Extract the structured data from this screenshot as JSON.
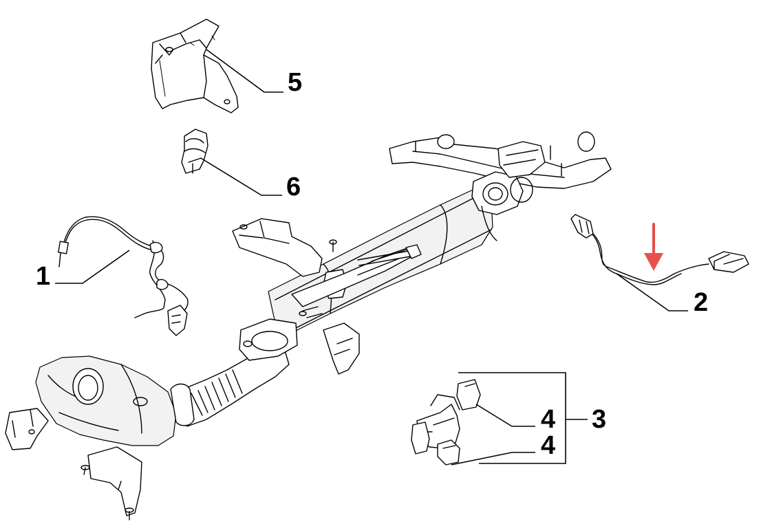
{
  "callouts": [
    {
      "id": "1",
      "label": "1"
    },
    {
      "id": "2",
      "label": "2"
    },
    {
      "id": "3",
      "label": "3"
    },
    {
      "id": "4a",
      "label": "4"
    },
    {
      "id": "4b",
      "label": "4"
    },
    {
      "id": "5",
      "label": "5"
    },
    {
      "id": "6",
      "label": "6"
    }
  ],
  "colors": {
    "line": "#000000",
    "background": "#ffffff",
    "highlight_arrow": "#e8504a"
  },
  "highlight": {
    "icon": "red-arrow-icon",
    "points_to_callout": "2"
  }
}
